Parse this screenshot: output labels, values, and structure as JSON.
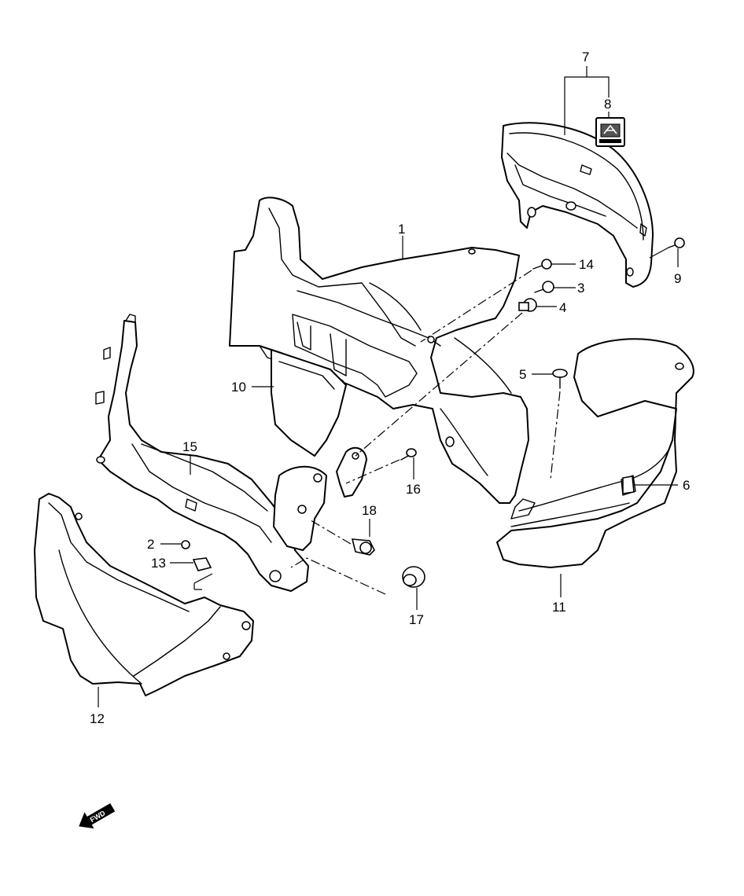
{
  "diagram": {
    "callouts": [
      {
        "id": "c1",
        "label": "1"
      },
      {
        "id": "c2",
        "label": "2"
      },
      {
        "id": "c3",
        "label": "3"
      },
      {
        "id": "c4",
        "label": "4"
      },
      {
        "id": "c5",
        "label": "5"
      },
      {
        "id": "c6",
        "label": "6"
      },
      {
        "id": "c7",
        "label": "7"
      },
      {
        "id": "c8",
        "label": "8"
      },
      {
        "id": "c9",
        "label": "9"
      },
      {
        "id": "c10",
        "label": "10"
      },
      {
        "id": "c11",
        "label": "11"
      },
      {
        "id": "c12",
        "label": "12"
      },
      {
        "id": "c13",
        "label": "13"
      },
      {
        "id": "c14",
        "label": "14"
      },
      {
        "id": "c15",
        "label": "15"
      },
      {
        "id": "c16",
        "label": "16"
      },
      {
        "id": "c17",
        "label": "17"
      },
      {
        "id": "c18",
        "label": "18"
      }
    ],
    "fwd_arrow_label": "FWD"
  }
}
